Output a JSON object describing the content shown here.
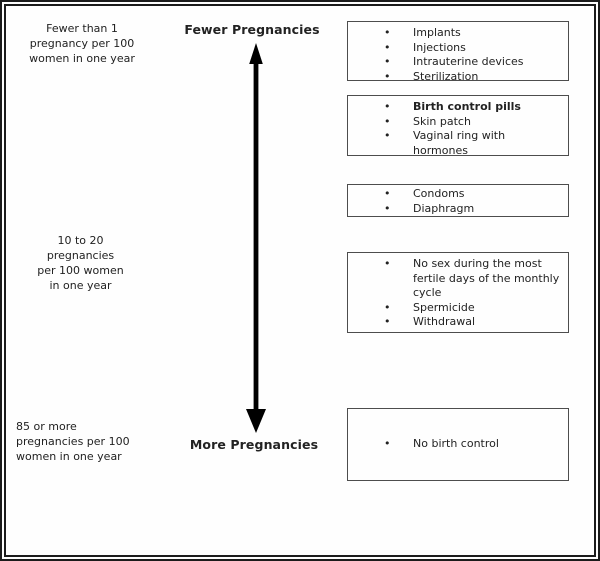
{
  "figure": {
    "bullet": "•",
    "left_labels": [
      {
        "lines": [
          "Fewer than 1",
          "pregnancy per 100",
          "women in one year"
        ]
      },
      {
        "lines": [
          "10 to 20",
          "pregnancies",
          "per 100 women",
          "in one year"
        ]
      },
      {
        "lines": [
          "85 or more",
          "pregnancies per 100",
          "women in one year"
        ]
      }
    ],
    "axis": {
      "top_label": "Fewer Pregnancies",
      "bottom_label": "More Pregnancies"
    },
    "method_boxes": [
      {
        "items": [
          {
            "text": "Implants"
          },
          {
            "text": "Injections"
          },
          {
            "text": "Intrauterine devices"
          },
          {
            "text": "Sterilization"
          }
        ]
      },
      {
        "items": [
          {
            "text": "Birth control pills",
            "bold": true
          },
          {
            "text": "Skin patch"
          },
          {
            "text": "Vaginal ring with hormones"
          }
        ]
      },
      {
        "items": [
          {
            "text": "Condoms"
          },
          {
            "text": "Diaphragm"
          }
        ]
      },
      {
        "items": [
          {
            "text": "No sex during the most fertile days of the monthly cycle"
          },
          {
            "text": "Spermicide"
          },
          {
            "text": "Withdrawal"
          }
        ]
      },
      {
        "items": [
          {
            "text": "No birth control"
          }
        ]
      }
    ],
    "colors": {
      "text": "#222222",
      "box_border": "#4d4d4d",
      "frame": "#1b1b1b",
      "arrow": "#000000",
      "background": "#fefefe"
    }
  }
}
